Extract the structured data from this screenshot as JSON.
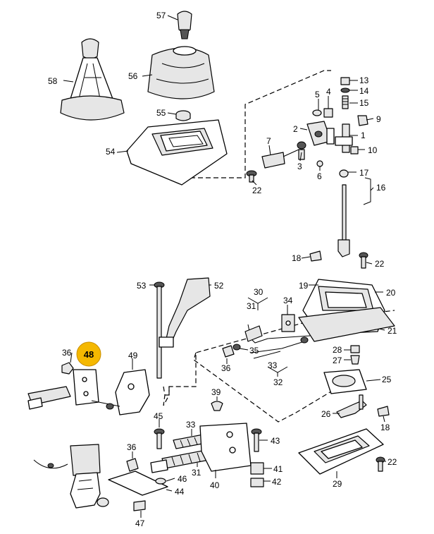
{
  "highlight": {
    "number": "48",
    "color": "#f5b800"
  },
  "callouts": [
    {
      "id": "57",
      "label": "57"
    },
    {
      "id": "58",
      "label": "58"
    },
    {
      "id": "56",
      "label": "56"
    },
    {
      "id": "55",
      "label": "55"
    },
    {
      "id": "54",
      "label": "54"
    },
    {
      "id": "13",
      "label": "13"
    },
    {
      "id": "14",
      "label": "14"
    },
    {
      "id": "15",
      "label": "15"
    },
    {
      "id": "5",
      "label": "5"
    },
    {
      "id": "4",
      "label": "4"
    },
    {
      "id": "9",
      "label": "9"
    },
    {
      "id": "2",
      "label": "2"
    },
    {
      "id": "1",
      "label": "1"
    },
    {
      "id": "7",
      "label": "7"
    },
    {
      "id": "10",
      "label": "10"
    },
    {
      "id": "3",
      "label": "3"
    },
    {
      "id": "6",
      "label": "6"
    },
    {
      "id": "17",
      "label": "17"
    },
    {
      "id": "16",
      "label": "16"
    },
    {
      "id": "22a",
      "label": "22"
    },
    {
      "id": "18a",
      "label": "18"
    },
    {
      "id": "22b",
      "label": "22"
    },
    {
      "id": "53",
      "label": "53"
    },
    {
      "id": "52",
      "label": "52"
    },
    {
      "id": "19",
      "label": "19"
    },
    {
      "id": "20",
      "label": "20"
    },
    {
      "id": "30",
      "label": "30"
    },
    {
      "id": "31a",
      "label": "31"
    },
    {
      "id": "34",
      "label": "34"
    },
    {
      "id": "21",
      "label": "21"
    },
    {
      "id": "36a",
      "label": "36"
    },
    {
      "id": "49",
      "label": "49"
    },
    {
      "id": "35",
      "label": "35"
    },
    {
      "id": "28",
      "label": "28"
    },
    {
      "id": "27",
      "label": "27"
    },
    {
      "id": "36b",
      "label": "36"
    },
    {
      "id": "33a",
      "label": "33"
    },
    {
      "id": "32",
      "label": "32"
    },
    {
      "id": "25",
      "label": "25"
    },
    {
      "id": "39",
      "label": "39"
    },
    {
      "id": "26",
      "label": "26"
    },
    {
      "id": "18b",
      "label": "18"
    },
    {
      "id": "45",
      "label": "45"
    },
    {
      "id": "33b",
      "label": "33"
    },
    {
      "id": "43",
      "label": "43"
    },
    {
      "id": "36c",
      "label": "36"
    },
    {
      "id": "31b",
      "label": "31"
    },
    {
      "id": "22c",
      "label": "22"
    },
    {
      "id": "41",
      "label": "41"
    },
    {
      "id": "46",
      "label": "46"
    },
    {
      "id": "40",
      "label": "40"
    },
    {
      "id": "42",
      "label": "42"
    },
    {
      "id": "29",
      "label": "29"
    },
    {
      "id": "44",
      "label": "44"
    },
    {
      "id": "47",
      "label": "47"
    }
  ]
}
